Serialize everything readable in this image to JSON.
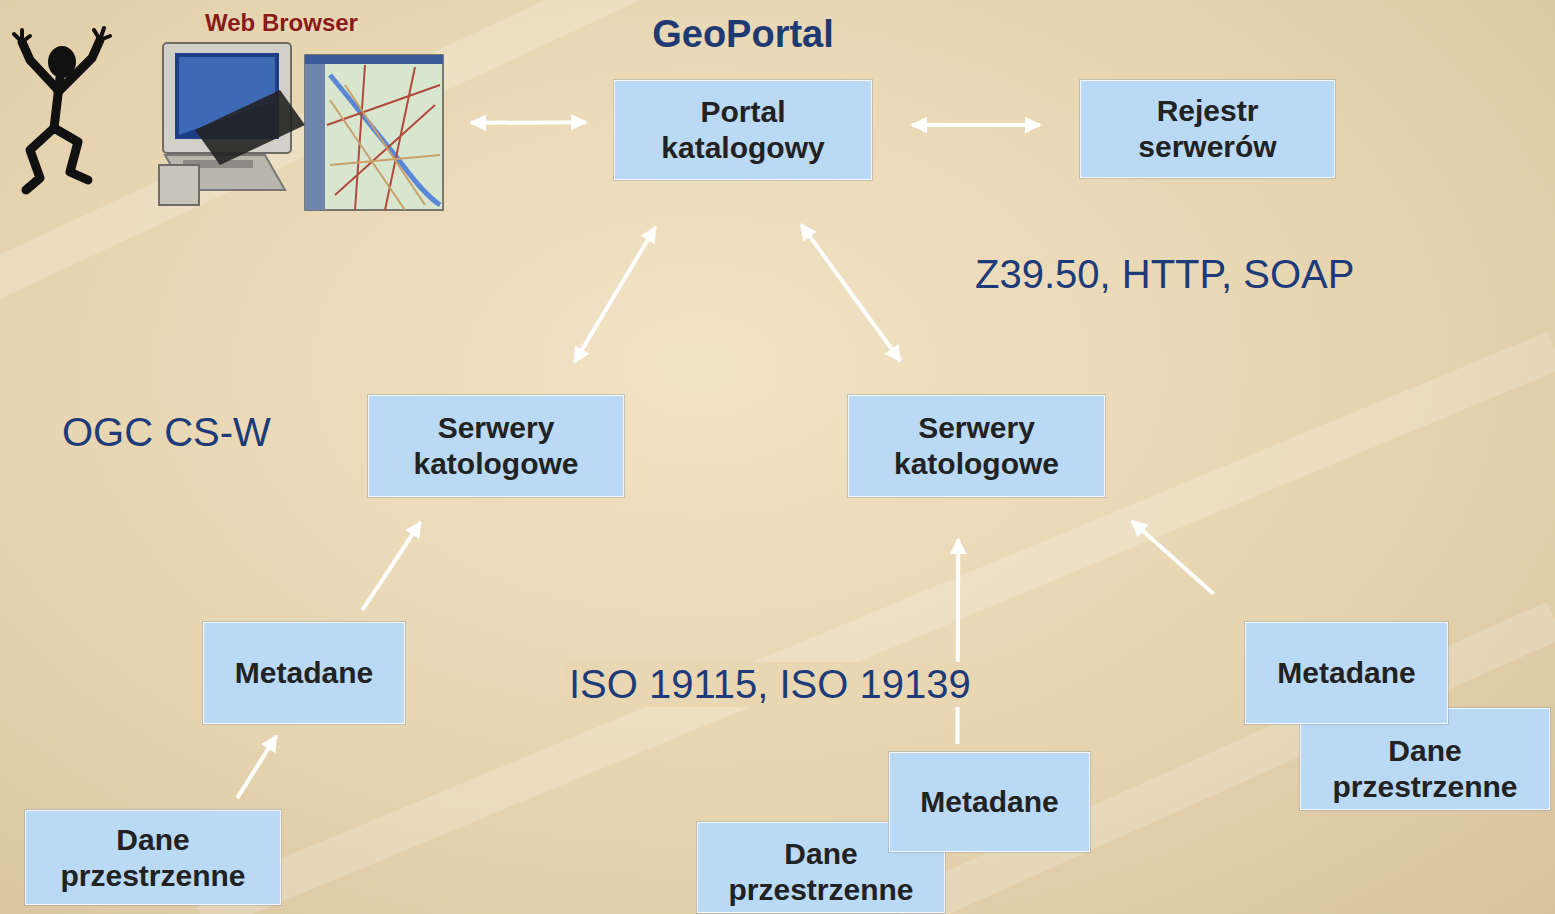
{
  "diagram": {
    "nodes": [
      {
        "text": [
          "Web Browser"
        ]
      },
      {
        "text": [
          "GeoPortal",
          "Portal katalogowy"
        ]
      },
      {
        "text": [
          "Rejestr serwerów"
        ]
      },
      {
        "text": [
          "Serwery katologowe"
        ]
      },
      {
        "text": [
          "Serwery katologowe"
        ]
      },
      {
        "text": [
          "Metadane"
        ]
      },
      {
        "text": [
          "Metadane"
        ]
      },
      {
        "text": [
          "Dane przestrzenne"
        ]
      },
      {
        "text": [
          "Metadane"
        ]
      },
      {
        "text": [
          "Dane przestrzenne"
        ]
      },
      {
        "text": [
          "Dane przestrzenne"
        ]
      }
    ],
    "edges": [
      {
        "from": 0,
        "to": 1,
        "arrow": "both"
      },
      {
        "from": 1,
        "to": 2,
        "arrow": "both"
      },
      {
        "from": 1,
        "to": 3,
        "arrow": "both"
      },
      {
        "from": 1,
        "to": 4,
        "arrow": "both"
      },
      {
        "from": 5,
        "to": 3,
        "arrow": "to"
      },
      {
        "from": 10,
        "to": 5,
        "arrow": "to"
      },
      {
        "from": 8,
        "to": 4,
        "arrow": "to"
      },
      {
        "from": 6,
        "to": 4,
        "arrow": "to"
      }
    ],
    "labels": [
      "Z39.50, HTTP, SOAP",
      "OGC CS-W",
      "ISO 19115, ISO 19139"
    ]
  }
}
